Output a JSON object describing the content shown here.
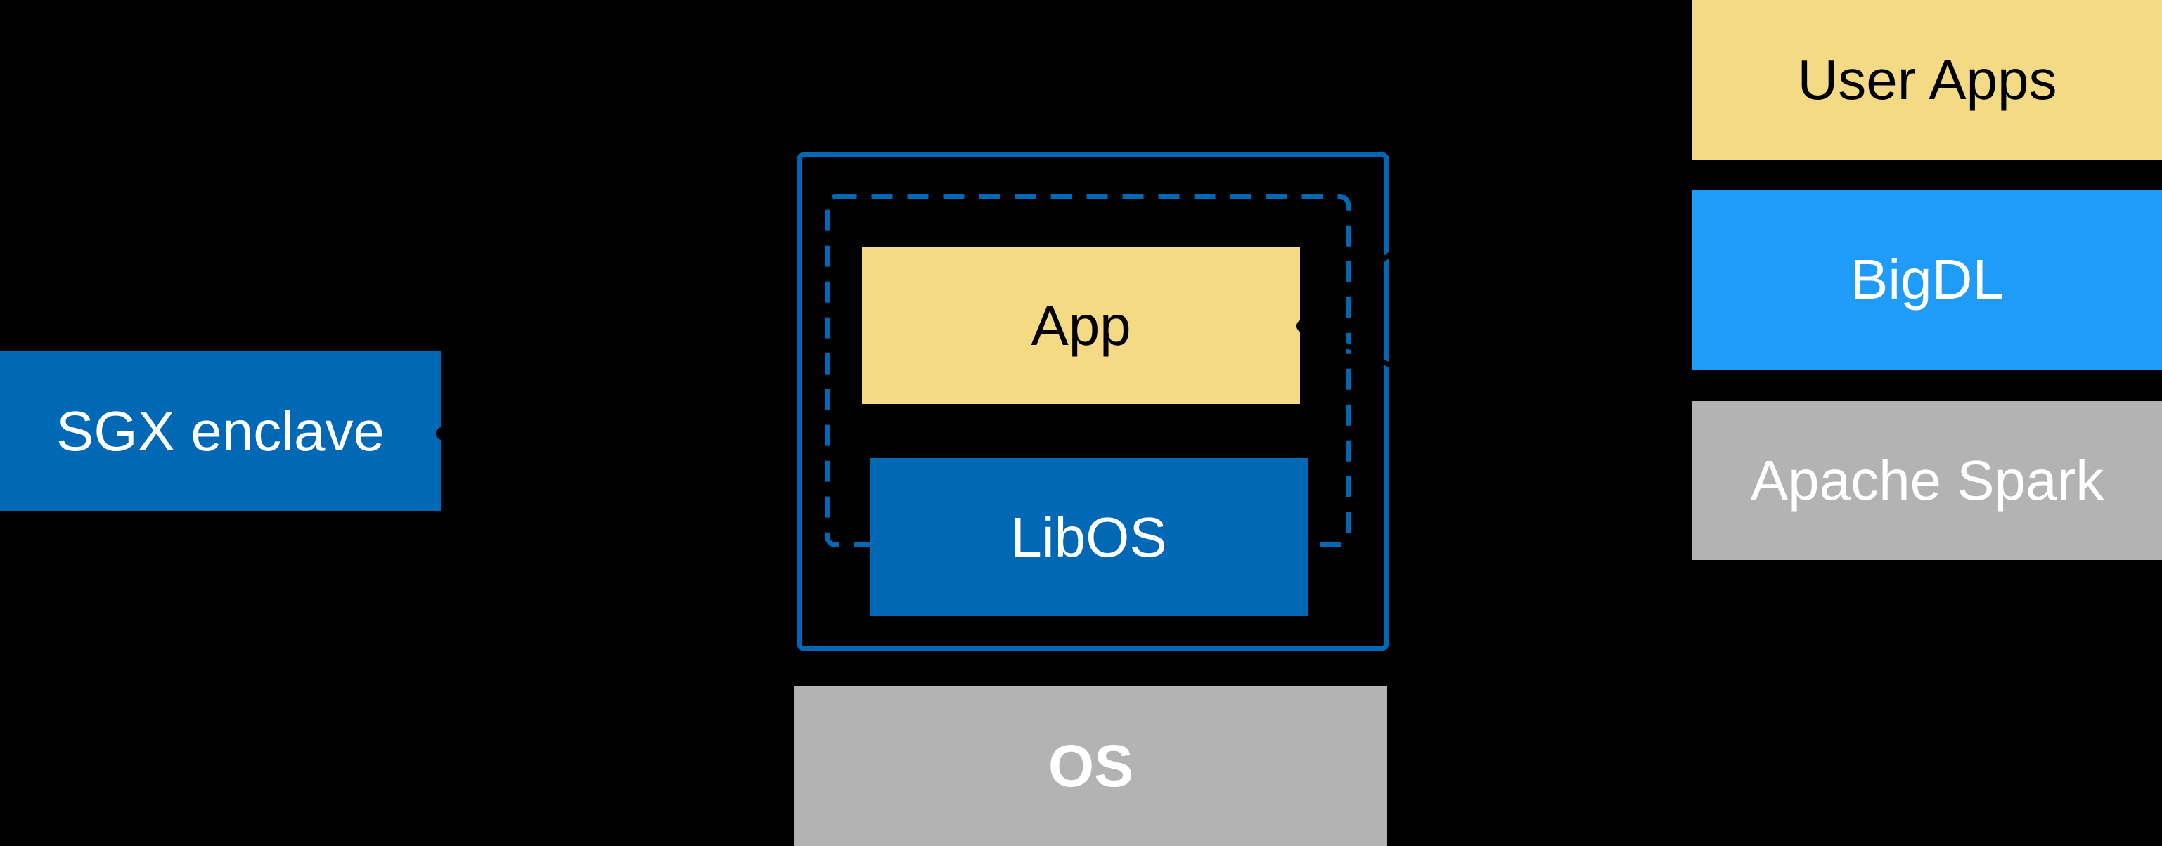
{
  "diagram": {
    "background": "#000000",
    "sgx_enclave_box": {
      "label": "SGX enclave",
      "fill": "#0068B5",
      "text_color": "#FFFFFF"
    },
    "enclave_container": {
      "border_color": "#0068B5",
      "dashed_outline_color": "#0068B5",
      "app_box": {
        "label": "App",
        "fill": "#F5DA86",
        "text_color": "#000000"
      },
      "libos_box": {
        "label": "LibOS",
        "fill": "#0068B5",
        "text_color": "#FFFFFF"
      }
    },
    "os_box": {
      "label": "OS",
      "fill": "#B3B3B3",
      "text_color": "#FFFFFF"
    },
    "software_stack": {
      "user_apps_box": {
        "label": "User Apps",
        "fill": "#F5DA86",
        "text_color": "#000000"
      },
      "bigdl_box": {
        "label": "BigDL",
        "fill": "#1F9BFA",
        "text_color": "#FFFFFF"
      },
      "apache_spark_box": {
        "label": "Apache Spark",
        "fill": "#B3B3B3",
        "text_color": "#FFFFFF"
      }
    },
    "connectors": {
      "color": "#000000"
    }
  },
  "colors": {
    "background": "#000000",
    "intel-blue": "#0068B5",
    "bright-blue": "#1F9BFA",
    "soft-yellow": "#F5DA86",
    "neutral-gray": "#B3B3B3",
    "connector-black": "#000000",
    "text-white": "#FFFFFF",
    "text-black": "#000000"
  }
}
